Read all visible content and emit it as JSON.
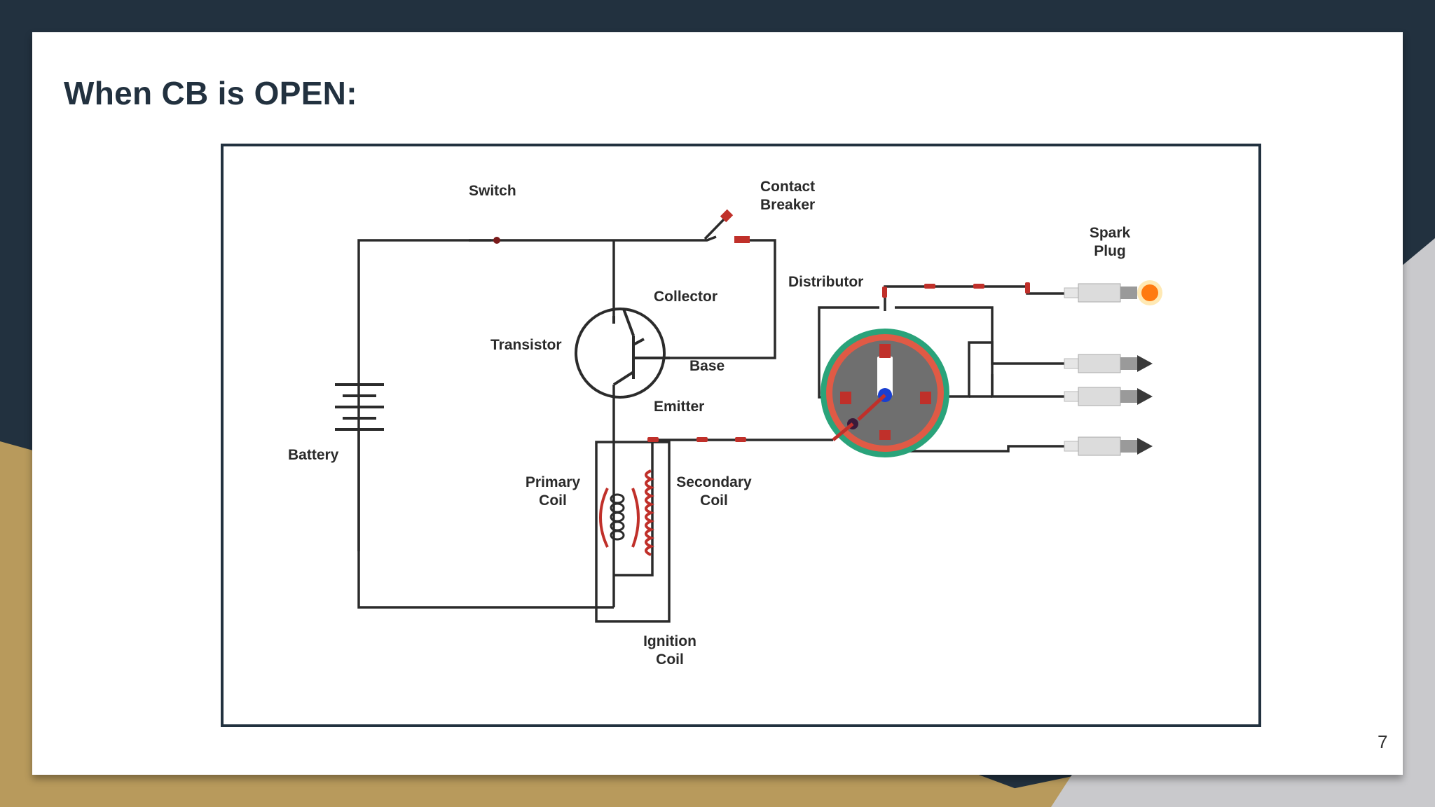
{
  "slide": {
    "title": "When CB is OPEN:",
    "page_number": "7"
  },
  "diagram": {
    "labels": {
      "switch": "Switch",
      "contact_breaker_1": "Contact",
      "contact_breaker_2": "Breaker",
      "spark_plug_1": "Spark",
      "spark_plug_2": "Plug",
      "distributor": "Distributor",
      "collector": "Collector",
      "transistor": "Transistor",
      "base": "Base",
      "emitter": "Emitter",
      "battery": "Battery",
      "primary_coil_1": "Primary",
      "primary_coil_2": "Coil",
      "secondary_coil_1": "Secondary",
      "secondary_coil_2": "Coil",
      "ignition_coil_1": "Ignition",
      "ignition_coil_2": "Coil"
    },
    "colors": {
      "wire": "#2b2b2b",
      "current_marker": "#d42a2a",
      "coil_secondary": "#d42a2a",
      "distributor_ring": "#2aa37a",
      "distributor_inner": "#e05a45",
      "distributor_body": "#6f6f6f",
      "rotor_center": "#1a3fd0",
      "spark": "#ff7a10",
      "frame": "#22313f",
      "accent_gold": "#b89a5c"
    }
  }
}
